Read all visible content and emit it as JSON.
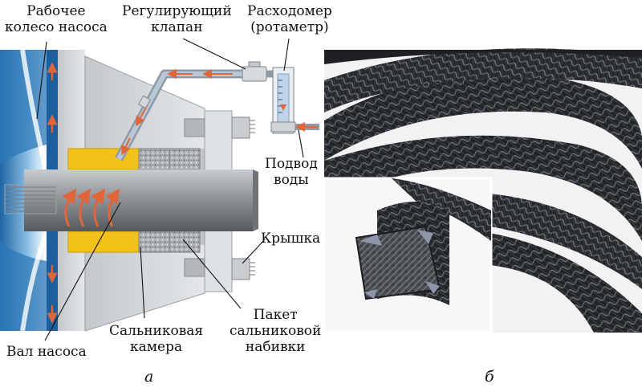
{
  "labels": {
    "impeller": "Рабочее\nколесо насоса",
    "valve": "Регулирующий\nклапан",
    "flowmeter": "Расходомер\n(ротаметр)",
    "water_supply": "Подвод\nводы",
    "cover": "Крышка",
    "shaft": "Вал насоса",
    "stuffing_box": "Сальниковая\nкамера",
    "packing_set": "Пакет\nсальниковой\nнабивки"
  },
  "captions": {
    "a": "а",
    "b": "б"
  },
  "colors": {
    "housing": "#d3d7dc",
    "shaft": "#8e9297",
    "lantern_ring": "#f2c21a",
    "packing": "#b9bcbf",
    "flow_arrow": "#e0663a",
    "blade": "#6aa9d8",
    "braid": "#2b2d31"
  }
}
